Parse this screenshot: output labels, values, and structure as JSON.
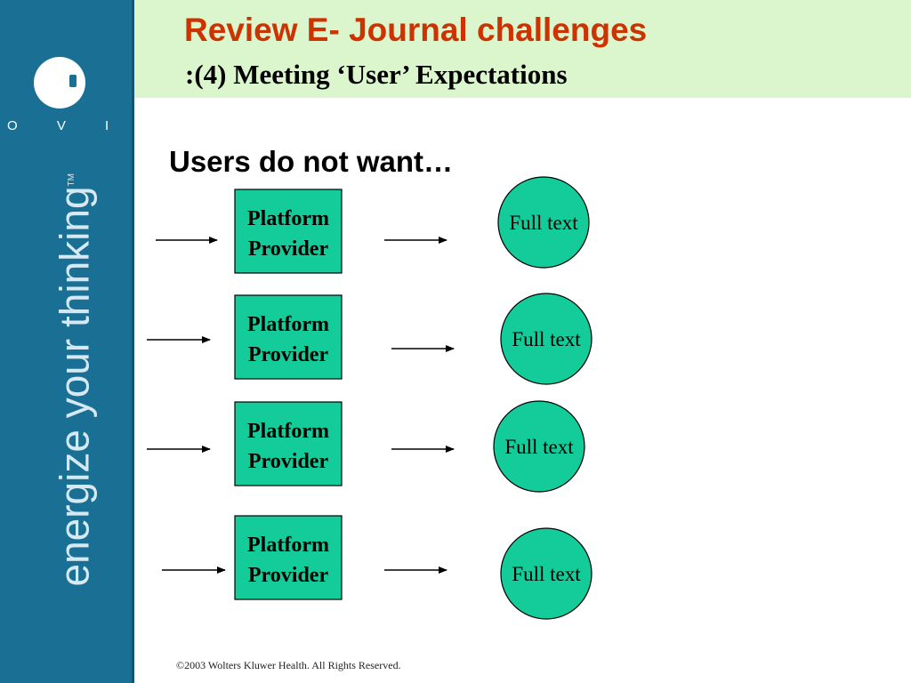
{
  "sidebar": {
    "brand": "O V I D .",
    "tagline": "energize your thinking",
    "trademark": "TM",
    "logo_icon": "ovid-logo-icon"
  },
  "slide": {
    "title": "Review E- Journal challenges",
    "subtitle": ":(4) Meeting ‘User’ Expectations",
    "heading": "Users do not want…"
  },
  "diagram": {
    "rows": [
      {
        "platform_lines": [
          "Platform",
          "Provider"
        ],
        "fulltext": "Full text"
      },
      {
        "platform_lines": [
          "Platform",
          "Provider"
        ],
        "fulltext": "Full text"
      },
      {
        "platform_lines": [
          "Platform",
          "Provider"
        ],
        "fulltext": "Full text"
      },
      {
        "platform_lines": [
          "Platform",
          "Provider"
        ],
        "fulltext": "Full text"
      }
    ]
  },
  "footer": {
    "copyright": "©2003 Wolters Kluwer Health.  All Rights Reserved."
  },
  "colors": {
    "sidebar": "#1a6f95",
    "header_bg": "#dbf5cc",
    "title": "#cc3300",
    "node_fill": "#14cc99"
  }
}
